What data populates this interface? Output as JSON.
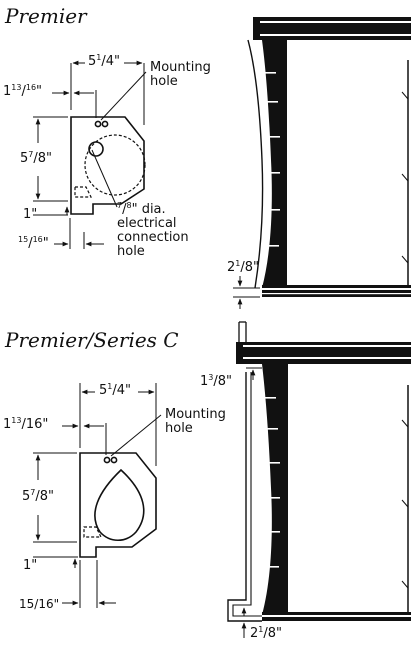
{
  "sections": [
    {
      "title": "Premier",
      "dims": {
        "top_width": {
          "whole": "5",
          "num": "1",
          "den": "4",
          "unit": "\""
        },
        "left_offset": {
          "whole": "1",
          "num": "13",
          "den": "16",
          "unit": "\""
        },
        "height": {
          "whole": "5",
          "num": "7",
          "den": "8",
          "unit": "\""
        },
        "bottom_gap": "1\"",
        "bottom_offset": {
          "num": "15",
          "den": "16",
          "unit": "\""
        },
        "screen_bottom": {
          "whole": "2",
          "num": "1",
          "den": "8",
          "unit": "\""
        }
      },
      "mounting_hole": [
        "Mounting",
        "hole"
      ],
      "electrical": {
        "frac_num": "7",
        "frac_den": "8",
        "lines": [
          "\" dia.",
          "electrical",
          "connection",
          "hole"
        ]
      }
    },
    {
      "title": "Premier/Series C",
      "dims": {
        "top_width": {
          "whole": "5",
          "num": "1",
          "den": "4",
          "unit": "\""
        },
        "left_offset": {
          "whole": "1",
          "num": "13",
          "den": "16",
          "unit": "\""
        },
        "height": {
          "whole": "5",
          "num": "7",
          "den": "8",
          "unit": "\""
        },
        "bottom_gap": "1\"",
        "bottom_offset": "15/16\"",
        "top_gap": {
          "whole": "1",
          "num": "3",
          "den": "8",
          "unit": "\""
        },
        "screen_bottom": {
          "whole": "2",
          "num": "1",
          "den": "8",
          "unit": "\""
        }
      },
      "mounting_hole": [
        "Mounting",
        "hole"
      ]
    }
  ]
}
